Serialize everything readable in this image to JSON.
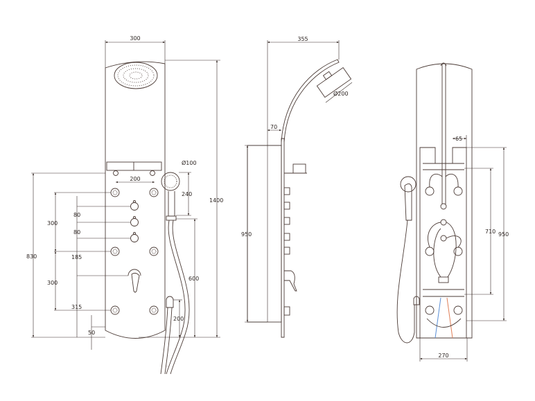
{
  "title": "Shower panel technical drawing",
  "front_view": {
    "width": "300",
    "total_height": "1400",
    "lower_height": "830",
    "jet_spacing": "200",
    "handshower_diameter": "Ø100",
    "handshower_offset": "240",
    "holder_height": "600",
    "outlet_height": "200",
    "upper_jet_gap": "300",
    "knob_gap_1": "80",
    "knob_gap_2": "80",
    "mid_gap": "185",
    "lower_jet_gap": "300",
    "lever_height": "315",
    "bottom_offset": "50"
  },
  "side_view": {
    "arm_reach": "355",
    "head_diameter": "Ø200",
    "wall_offset": "70",
    "panel_height": "950"
  },
  "rear_view": {
    "offset": "65",
    "inner_height": "710",
    "frame_height": "950",
    "frame_width": "270"
  },
  "colors": {
    "line": "#4a3a35",
    "cold": "#5b8fd6",
    "hot": "#e0805a"
  }
}
